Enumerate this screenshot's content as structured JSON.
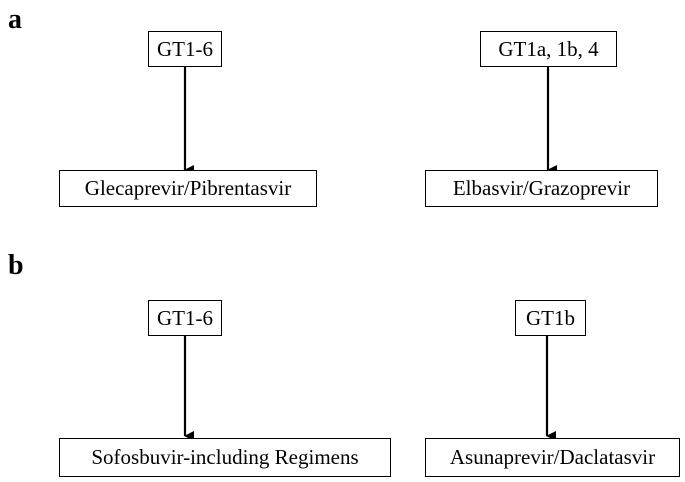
{
  "panels": {
    "a": {
      "label": "a",
      "left": {
        "source": "GT1-6",
        "target": "Glecaprevir/Pibrentasvir"
      },
      "right": {
        "source": "GT1a, 1b, 4",
        "target": "Elbasvir/Grazoprevir"
      }
    },
    "b": {
      "label": "b",
      "left": {
        "source": "GT1-6",
        "target": "Sofosbuvir-including Regimens"
      },
      "right": {
        "source": "GT1b",
        "target": "Asunaprevir/Daclatasvir"
      }
    }
  },
  "colors": {
    "stroke": "#000000",
    "background": "#ffffff"
  }
}
